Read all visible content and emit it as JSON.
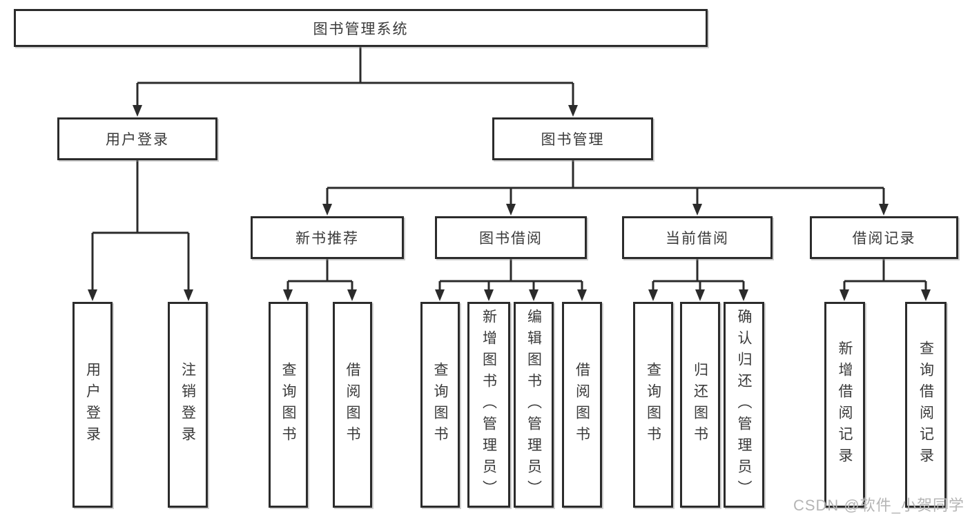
{
  "diagram": {
    "root": {
      "label": "图书管理系统"
    },
    "branches": [
      {
        "label": "用户登录",
        "children": [
          {
            "label": "用户登录"
          },
          {
            "label": "注销登录"
          }
        ]
      },
      {
        "label": "图书管理",
        "children": [
          {
            "label": "新书推荐",
            "children": [
              {
                "label": "查询图书"
              },
              {
                "label": "借阅图书"
              }
            ]
          },
          {
            "label": "图书借阅",
            "children": [
              {
                "label": "查询图书"
              },
              {
                "label": "新增图书（管理员）"
              },
              {
                "label": "编辑图书（管理员）"
              },
              {
                "label": "借阅图书"
              }
            ]
          },
          {
            "label": "当前借阅",
            "children": [
              {
                "label": "查询图书"
              },
              {
                "label": "归还图书"
              },
              {
                "label": "确认归还（管理员）"
              }
            ]
          },
          {
            "label": "借阅记录",
            "children": [
              {
                "label": "新增借阅记录"
              },
              {
                "label": "查询借阅记录"
              }
            ]
          }
        ]
      }
    ]
  },
  "watermark": {
    "text": "CSDN @软件_小贺同学"
  },
  "colors": {
    "line": "#2b2b2b",
    "text": "#3a3a3a",
    "background": "#ffffff",
    "watermark": "#b5b5b5"
  }
}
